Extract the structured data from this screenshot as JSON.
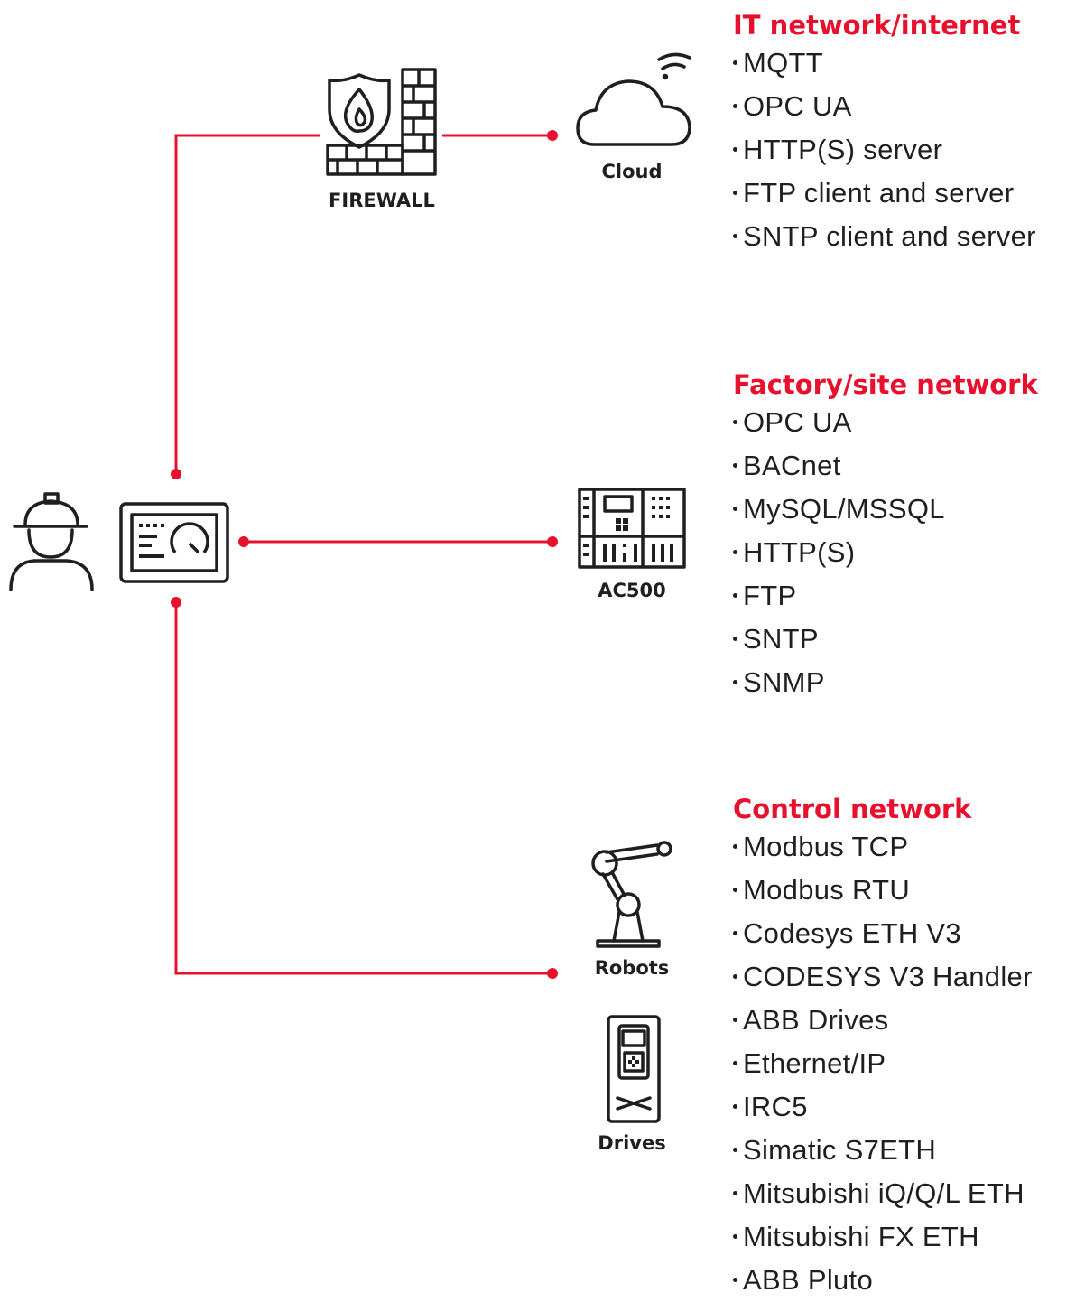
{
  "colors": {
    "accent": "#e8112d",
    "ink": "#1f1f1f"
  },
  "nodes": {
    "firewall": {
      "label": "FIREWALL",
      "icon": "firewall-icon"
    },
    "cloud": {
      "label": "Cloud",
      "icon": "cloud-wifi-icon"
    },
    "ac500": {
      "label": "AC500",
      "icon": "plc-icon"
    },
    "robots": {
      "label": "Robots",
      "icon": "robot-arm-icon"
    },
    "drives": {
      "label": "Drives",
      "icon": "drive-icon"
    },
    "operator": {
      "icon": "worker-helmet-icon"
    },
    "hmi": {
      "icon": "hmi-panel-icon"
    }
  },
  "sections": {
    "it": {
      "title": "IT network/internet",
      "items": [
        "MQTT",
        "OPC UA",
        "HTTP(S) server",
        "FTP client and server",
        "SNTP client and server"
      ]
    },
    "factory": {
      "title": "Factory/site network",
      "items": [
        "OPC UA",
        "BACnet",
        "MySQL/MSSQL",
        "HTTP(S)",
        "FTP",
        "SNTP",
        "SNMP"
      ]
    },
    "control": {
      "title": "Control network",
      "items": [
        "Modbus TCP",
        "Modbus RTU",
        "Codesys ETH V3",
        "CODESYS V3 Handler",
        "ABB Drives",
        "Ethernet/IP",
        "IRC5",
        "Simatic S7ETH",
        "Mitsubishi iQ/Q/L ETH",
        "Mitsubishi FX ETH",
        "ABB Pluto"
      ]
    }
  }
}
